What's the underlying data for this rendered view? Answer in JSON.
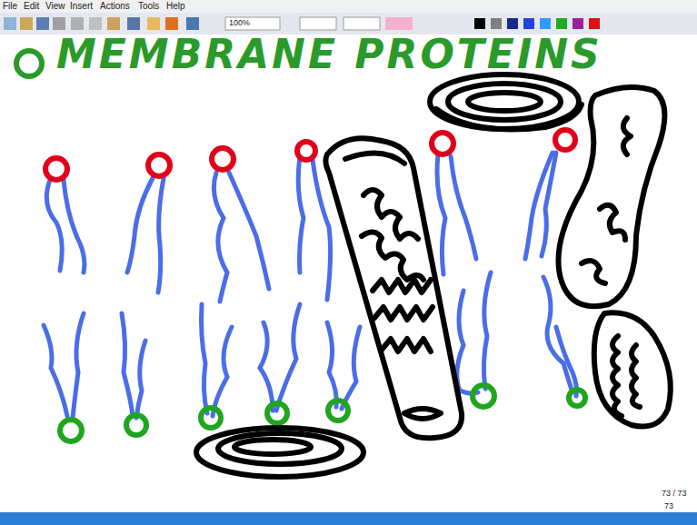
{
  "diagram": {
    "title": "MEMBRANE PROTEINS",
    "labels": [
      "File",
      "Edit",
      "View",
      "Insert",
      "Actions",
      "Tools",
      "Help",
      "100%",
      "73 / 73",
      "73"
    ]
  }
}
